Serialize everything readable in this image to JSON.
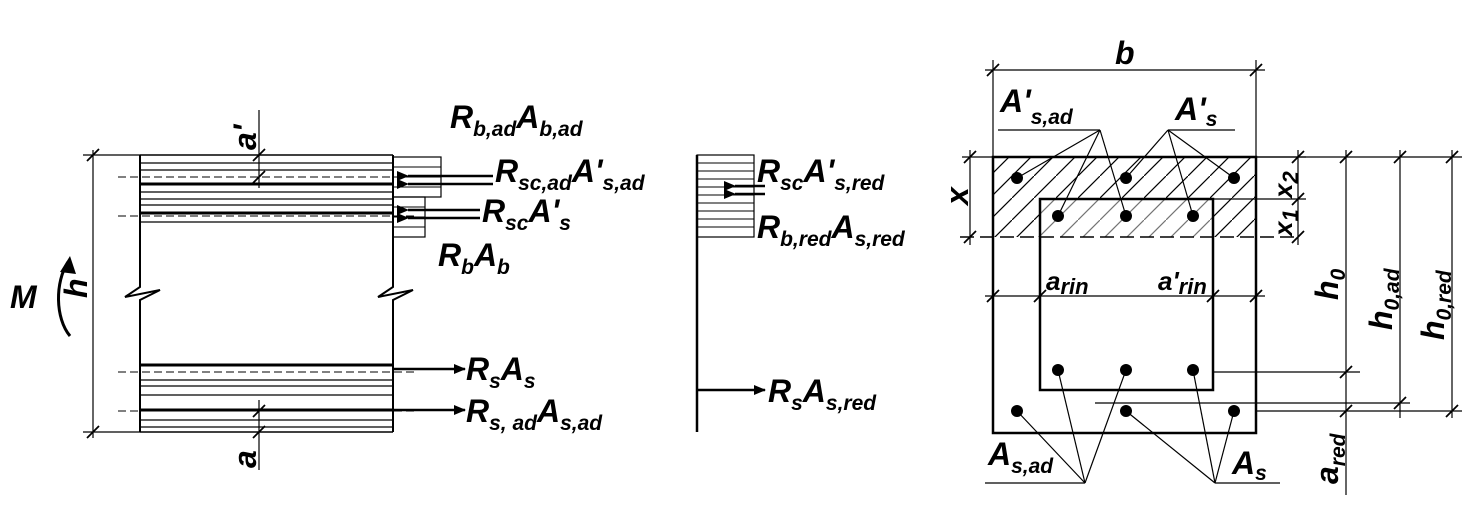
{
  "diagram": {
    "colors": {
      "ink": "#000000",
      "background": "#ffffff"
    },
    "left_section": {
      "moment": {
        "main": "M"
      },
      "height": {
        "main": "h"
      },
      "cover_top": {
        "main": "a",
        "prime": "'"
      },
      "cover_bottom": {
        "main": "a"
      },
      "force_b_ad": {
        "r": "R",
        "r_sub": "b,ad",
        "a": "A",
        "a_sub": "b,ad"
      },
      "force_sc_ad": {
        "r": "R",
        "r_sub": "sc,ad",
        "a": "A'",
        "a_sub": "s,ad"
      },
      "force_sc": {
        "r": "R",
        "r_sub": "sc",
        "a": "A'",
        "a_sub": "s"
      },
      "force_b": {
        "r": "R",
        "r_sub": "b",
        "a": "A",
        "a_sub": "b"
      },
      "force_s": {
        "r": "R",
        "r_sub": "s",
        "a": "A",
        "a_sub": "s"
      },
      "force_s_ad": {
        "r": "R",
        "r_sub": "s, ad",
        "a": "A",
        "a_sub": "s,ad"
      }
    },
    "reduced_section": {
      "force_sc_red": {
        "r": "R",
        "r_sub": "sc",
        "a": "A'",
        "a_sub": "s,red"
      },
      "force_b_red": {
        "r": "R",
        "r_sub": "b,red",
        "a": "A",
        "a_sub": "s,red"
      },
      "force_s_red": {
        "r": "R",
        "r_sub": "s",
        "a": "A",
        "a_sub": "s,red"
      }
    },
    "cross_section": {
      "width": {
        "main": "b"
      },
      "top_ad_bars": {
        "main": "A'",
        "sub": "s,ad"
      },
      "top_bars": {
        "main": "A'",
        "sub": "s"
      },
      "x": {
        "main": "x"
      },
      "x1": {
        "main": "x",
        "sub": "1"
      },
      "x2": {
        "main": "x",
        "sub": "2"
      },
      "a_rin": {
        "main": "a",
        "sub": "rin"
      },
      "a_rin_prime": {
        "main": "a'",
        "sub": "rin"
      },
      "h0": {
        "main": "h",
        "sub": "0"
      },
      "h0_ad": {
        "main": "h",
        "sub": "0,ad"
      },
      "h0_red": {
        "main": "h",
        "sub": "0,red"
      },
      "a_red": {
        "main": "a",
        "sub": "red"
      },
      "bottom_ad_bars": {
        "main": "A",
        "sub": "s,ad"
      },
      "bottom_bars": {
        "main": "A",
        "sub": "s"
      }
    }
  }
}
